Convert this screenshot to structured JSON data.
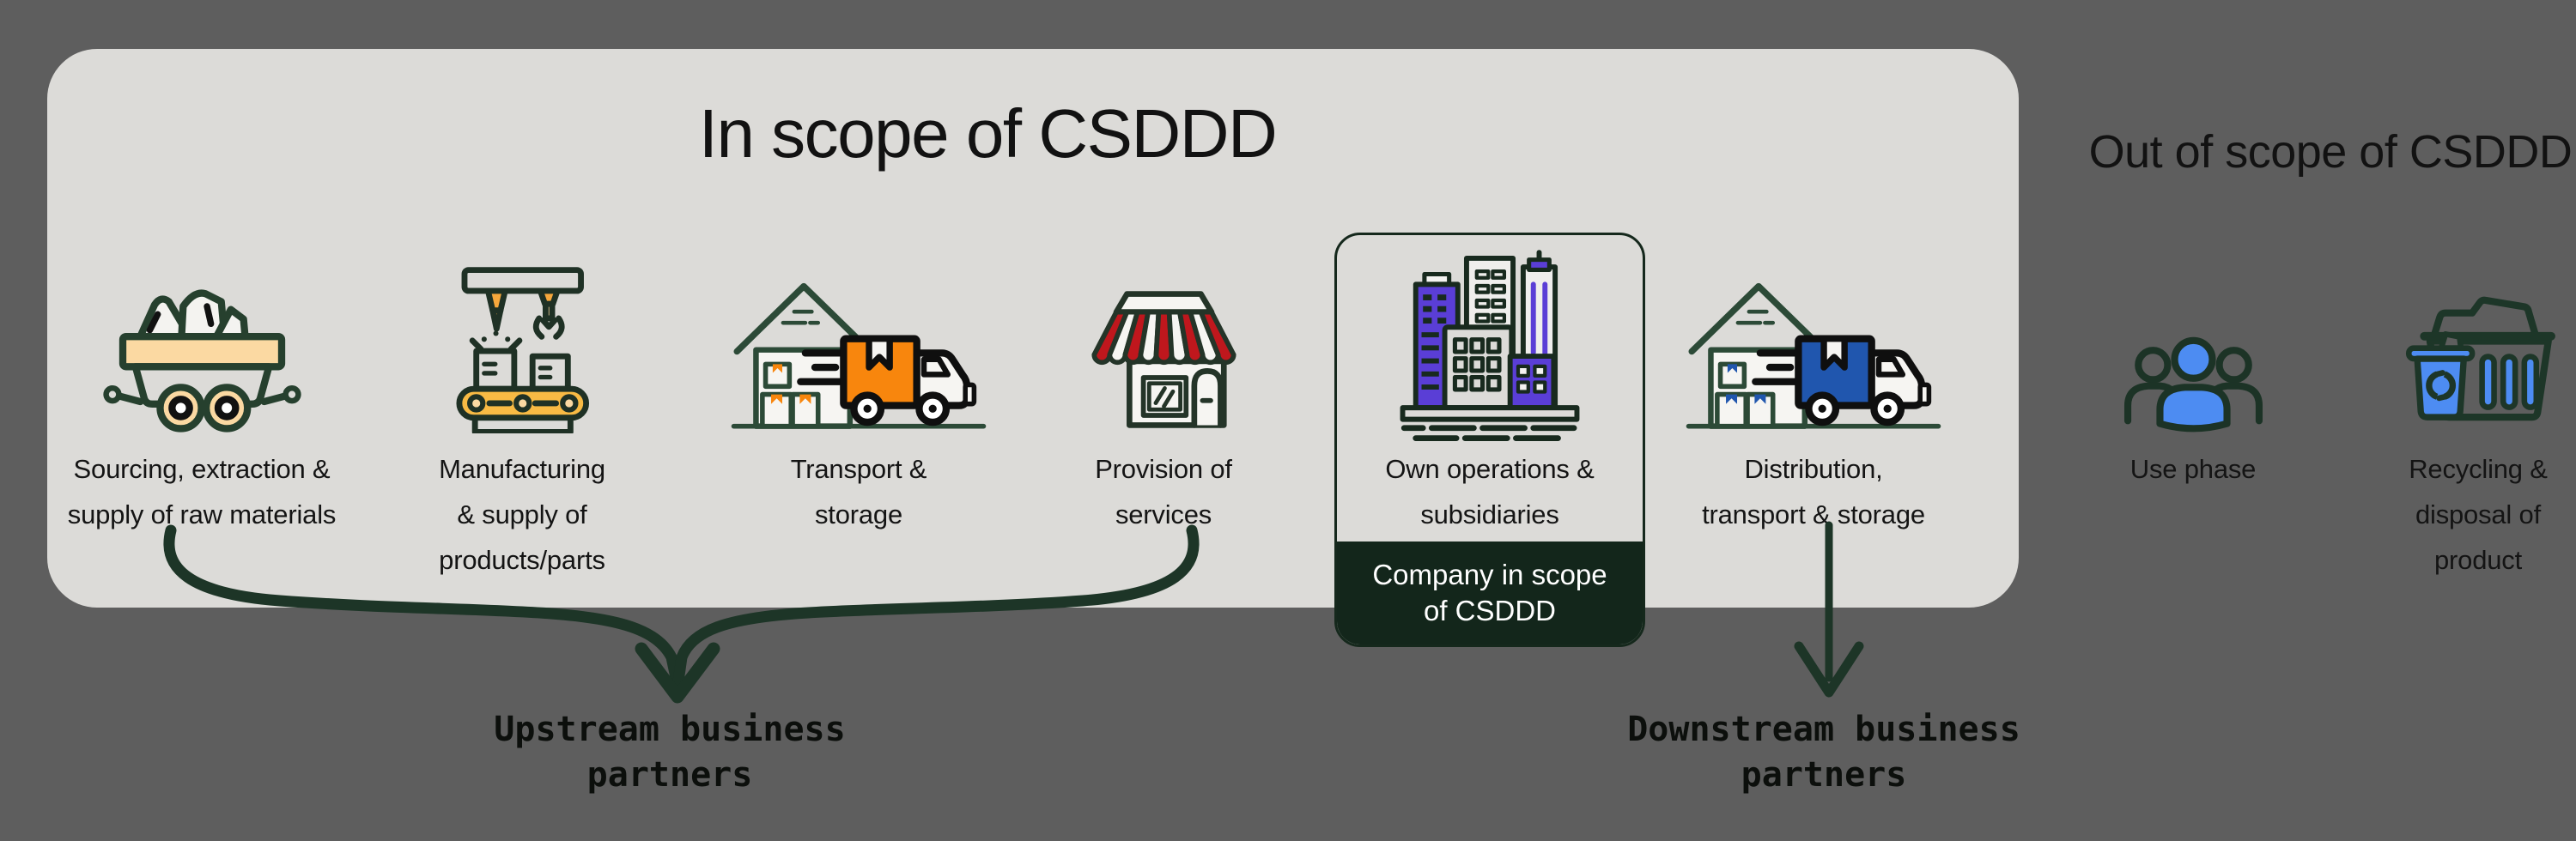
{
  "colors": {
    "background": "#5e5e5e",
    "panel": "#dcdbd8",
    "band_dark_green": "#13261b",
    "outline_green": "#27422f",
    "arrow_green": "#1d3527",
    "accent_orange": "#f8860d",
    "accent_blue": "#2056ae",
    "accent_purple": "#5a3ed6",
    "people_blue": "#4d8cf2",
    "awning_red": "#bf171d",
    "cart_cream": "#fbd9a2",
    "conveyor_gold": "#f8ba44",
    "text_dark": "#141414",
    "text_white": "#ffffff"
  },
  "in_scope": {
    "title": "In scope of CSDDD",
    "items": [
      {
        "icon": "mining-cart-icon",
        "label": "Sourcing, extraction &\nsupply of raw materials"
      },
      {
        "icon": "factory-conveyor-icon",
        "label": "Manufacturing\n& supply of\nproducts/parts"
      },
      {
        "icon": "warehouse-orange-truck-icon",
        "label": "Transport &\nstorage"
      },
      {
        "icon": "storefront-icon",
        "label": "Provision of\nservices"
      },
      {
        "icon": "city-buildings-icon",
        "label": "Own operations &\nsubsidiaries",
        "badge": "Company in scope\nof CSDDD"
      },
      {
        "icon": "warehouse-blue-truck-icon",
        "label": "Distribution,\ntransport & storage"
      }
    ]
  },
  "out_of_scope": {
    "title": "Out of scope of CSDDD",
    "items": [
      {
        "icon": "people-icon",
        "label": "Use phase"
      },
      {
        "icon": "recycling-basket-icon",
        "label": "Recycling &\ndisposal of\nproduct"
      }
    ]
  },
  "flow_labels": {
    "upstream": "Upstream business\npartners",
    "downstream": "Downstream business\npartners"
  }
}
